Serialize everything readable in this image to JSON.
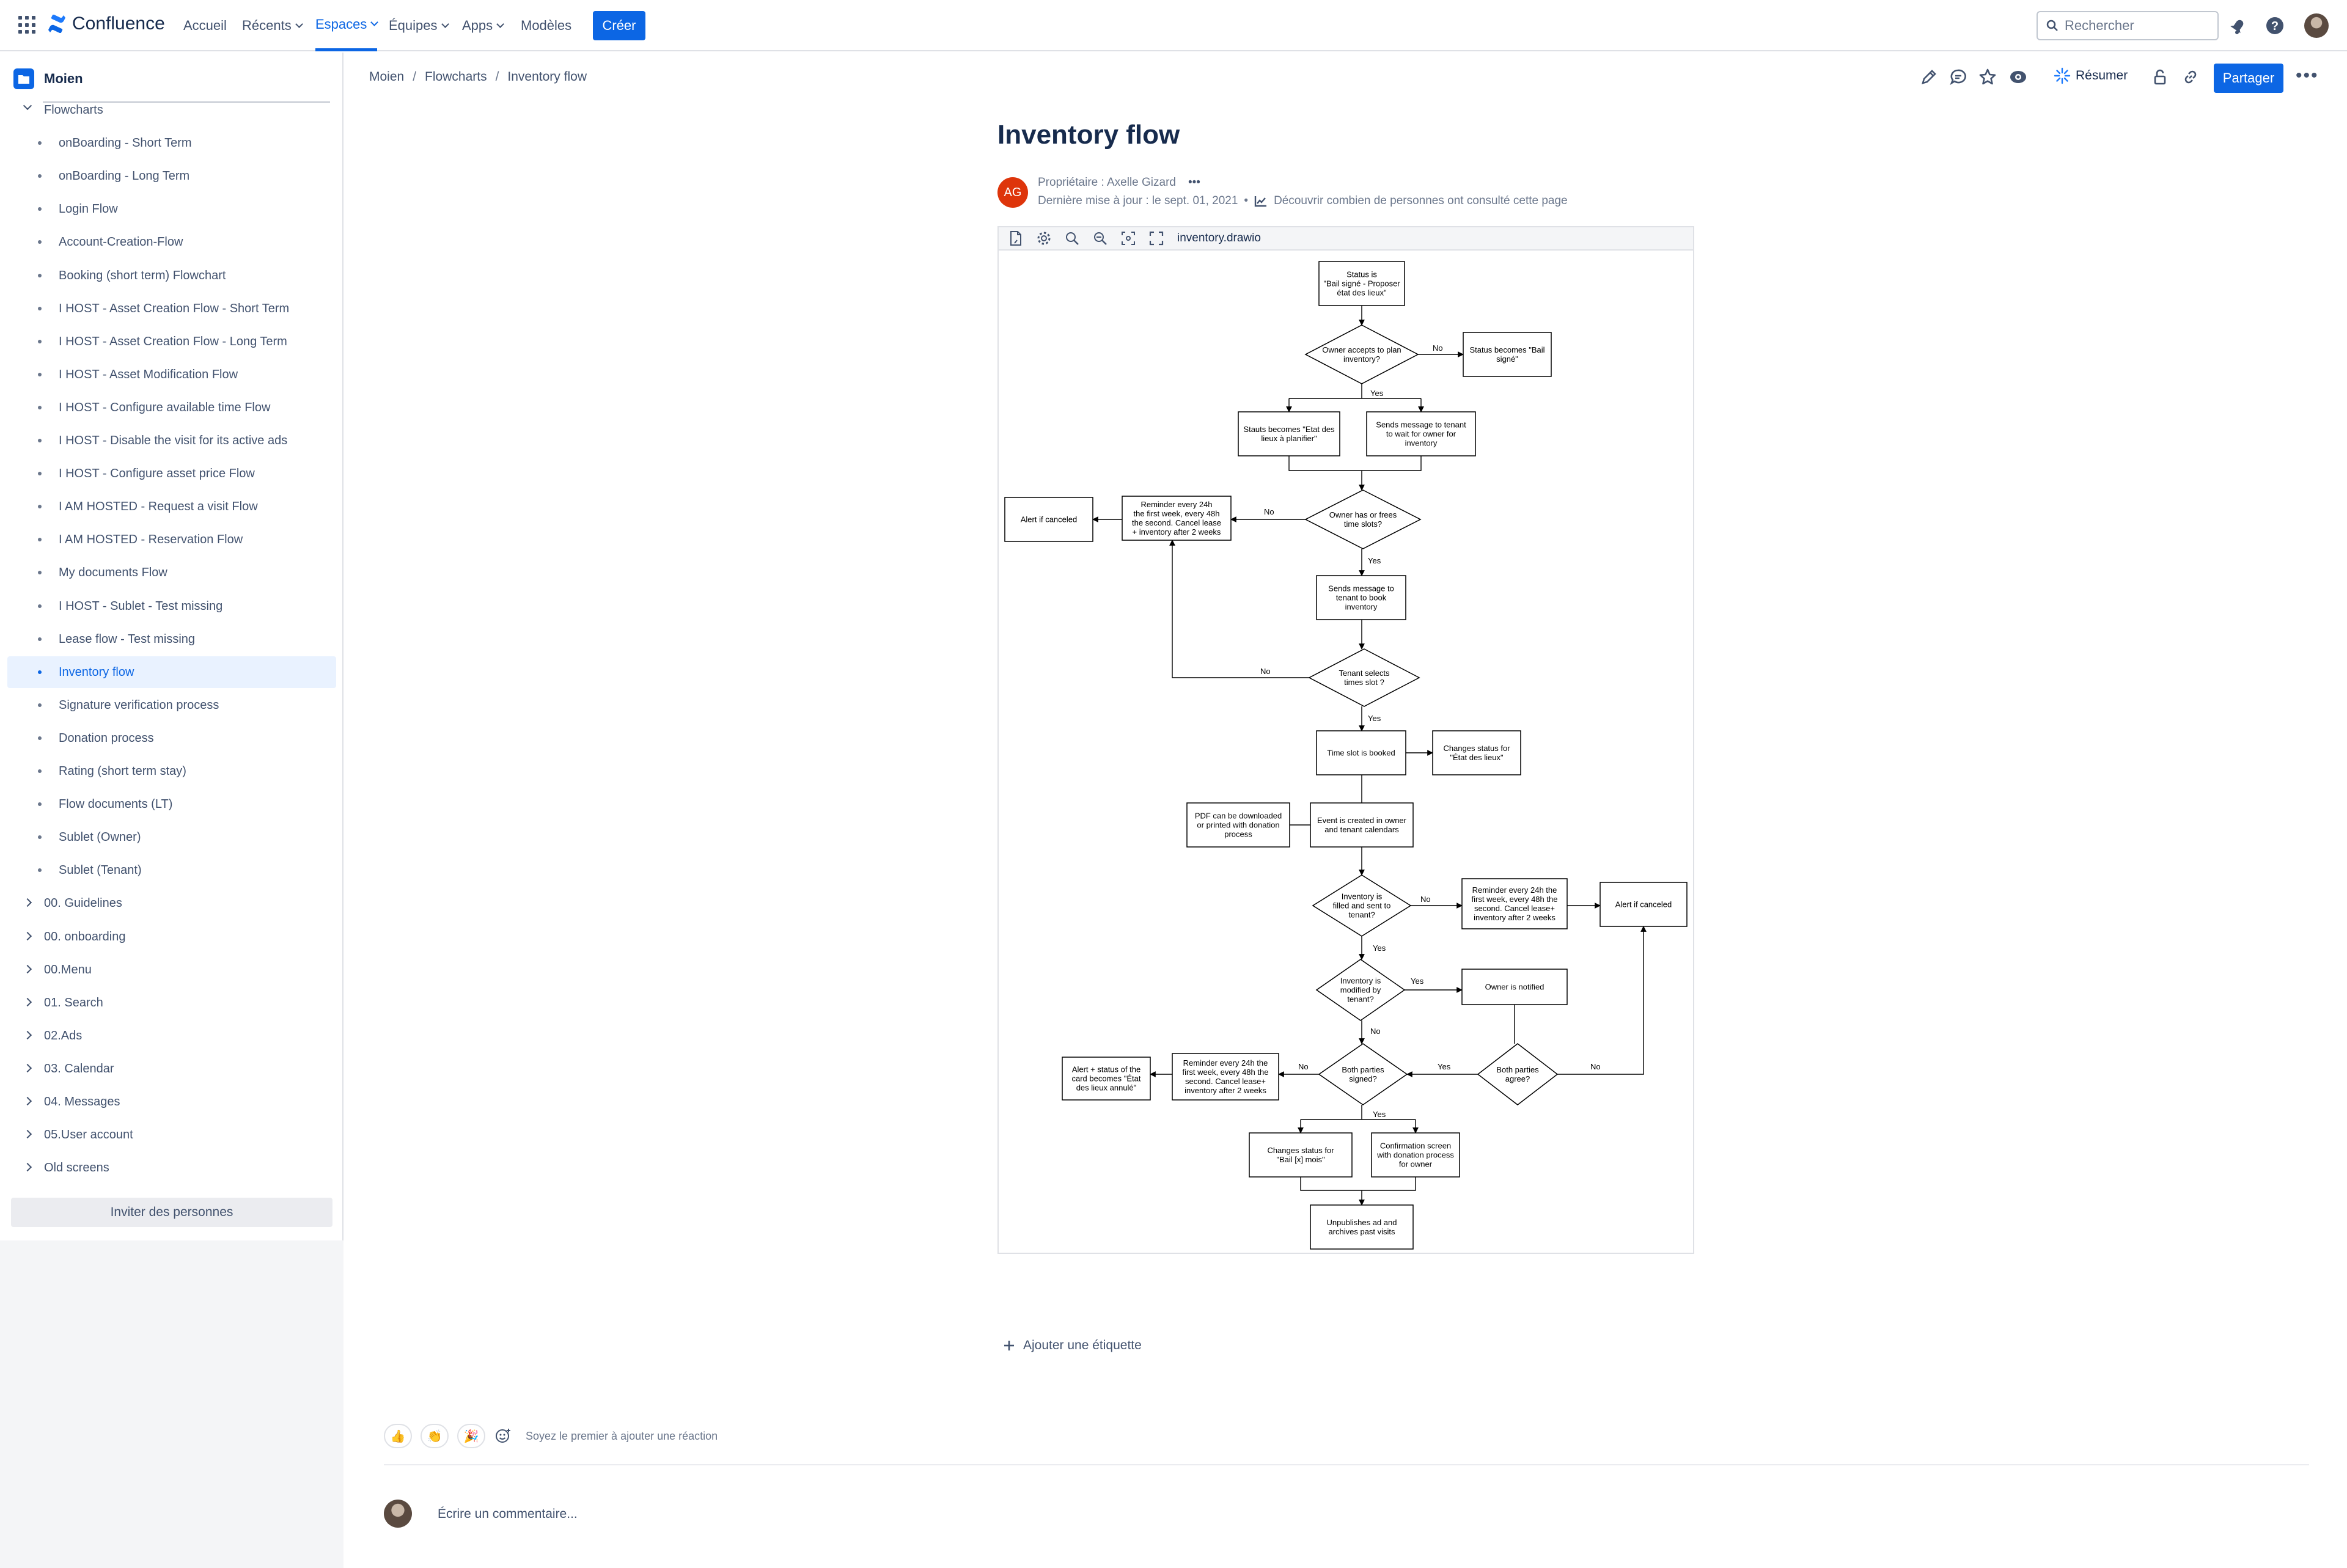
{
  "app": {
    "name": "Confluence",
    "brand_color": "#0c66e4"
  },
  "topnav": {
    "items": [
      {
        "label": "Accueil",
        "dropdown": false
      },
      {
        "label": "Récents",
        "dropdown": true
      },
      {
        "label": "Espaces",
        "dropdown": true,
        "active": true
      },
      {
        "label": "Équipes",
        "dropdown": true
      },
      {
        "label": "Apps",
        "dropdown": true
      },
      {
        "label": "Modèles",
        "dropdown": false
      }
    ],
    "create_label": "Créer",
    "search_placeholder": "Rechercher",
    "icons": [
      "grid-icon",
      "notifications-icon",
      "help-icon",
      "user-avatar"
    ]
  },
  "sidebar": {
    "space_name": "Moien",
    "parent": "Flowcharts",
    "children": [
      "onBoarding - Short Term",
      "onBoarding - Long Term",
      "Login Flow",
      "Account-Creation-Flow",
      "Booking (short term) Flowchart",
      "I HOST - Asset Creation Flow - Short Term",
      "I HOST - Asset Creation Flow - Long Term",
      "I HOST - Asset Modification Flow",
      "I HOST - Configure available time Flow",
      "I HOST - Disable the visit for its active ads",
      "I HOST - Configure asset price Flow",
      "I AM HOSTED - Request a visit Flow",
      "I AM HOSTED - Reservation Flow",
      "My documents Flow",
      "I HOST - Sublet - Test missing",
      "Lease flow - Test missing",
      "Inventory flow",
      "Signature verification process",
      "Donation process",
      "Rating (short term stay)",
      "Flow documents (LT)",
      "Sublet (Owner)",
      "Sublet (Tenant)"
    ],
    "active_child": "Inventory flow",
    "top_items": [
      "00. Guidelines",
      "00. onboarding",
      "00.Menu",
      "01. Search",
      "02.Ads",
      "03. Calendar",
      "04. Messages",
      "05.User account",
      "Old screens"
    ],
    "invite_label": "Inviter des personnes"
  },
  "breadcrumb": [
    "Moien",
    "Flowcharts",
    "Inventory flow"
  ],
  "actions": {
    "resumer_label": "Résumer",
    "share_label": "Partager",
    "icons": [
      "edit-icon",
      "comment-icon",
      "star-icon",
      "watch-icon",
      "restrictions-icon",
      "link-icon",
      "more-icon"
    ]
  },
  "page": {
    "title": "Inventory flow",
    "owner_initials": "AG",
    "owner_text": "Propriétaire : Axelle Gizard",
    "owner_more": "•••",
    "updated_text": "Dernière mise à jour : le sept. 01, 2021",
    "analytics_text": "Découvrir combien de personnes ont consulté cette page"
  },
  "drawio": {
    "filename": "inventory.drawio",
    "nodes": {
      "n1": [
        "Status is",
        "\"Bail signé - Proposer",
        "état des lieux\""
      ],
      "d1": [
        "Owner accepts to plan",
        "inventory?"
      ],
      "n2": [
        "Status becomes \"Bail",
        "signé\""
      ],
      "n3": [
        "Stauts becomes \"Etat des",
        "lieux à planifier\""
      ],
      "n4": [
        "Sends message to tenant",
        "to wait for owner for",
        "inventory"
      ],
      "d2": [
        "Owner has or frees",
        "time slots?"
      ],
      "n5": [
        "Reminder every 24h",
        "the first week, every 48h",
        "the second. Cancel lease",
        "+ inventory after 2 weeks"
      ],
      "n6": [
        "Alert if canceled"
      ],
      "n7": [
        "Sends message to",
        "tenant to book",
        "inventory"
      ],
      "d3": [
        "Tenant selects",
        "times slot ?"
      ],
      "n8": [
        "Time slot is booked"
      ],
      "n9": [
        "Changes status for",
        "\"État des lieux\""
      ],
      "n10": [
        "Event is created in owner",
        "and tenant calendars"
      ],
      "n11": [
        "PDF can be downloaded",
        "or printed with donation",
        "process"
      ],
      "d4": [
        "Inventory is",
        "filled and sent to",
        "tenant?"
      ],
      "n12": [
        "Reminder every 24h the",
        "first week, every 48h the",
        "second. Cancel lease+",
        "inventory after 2 weeks"
      ],
      "n13": [
        "Alert if canceled"
      ],
      "d5": [
        "Inventory is",
        "modified by",
        "tenant?"
      ],
      "n14": [
        "Owner is notified"
      ],
      "d6": [
        "Both parties",
        "signed?"
      ],
      "d7": [
        "Both parties",
        "agree?"
      ],
      "n15": [
        "Reminder every 24h the",
        "first week, every 48h the",
        "second. Cancel lease+",
        "inventory after 2 weeks"
      ],
      "n16": [
        "Alert + status of the",
        "card becomes \"État",
        "des lieux annulé\""
      ],
      "n17": [
        "Changes status for",
        "\"Bail [x] mois\""
      ],
      "n18": [
        "Confirmation screen",
        "with donation process",
        "for owner"
      ],
      "n19": [
        "Unpublishes ad and",
        "archives past visits"
      ]
    },
    "edge_labels": {
      "yes": "Yes",
      "no": "No"
    }
  },
  "footer": {
    "add_label": "Ajouter une étiquette",
    "reactions": [
      "👍",
      "👏",
      "🎉"
    ],
    "reaction_prompt": "Soyez le premier à ajouter une réaction",
    "comment_placeholder": "Écrire un commentaire..."
  }
}
